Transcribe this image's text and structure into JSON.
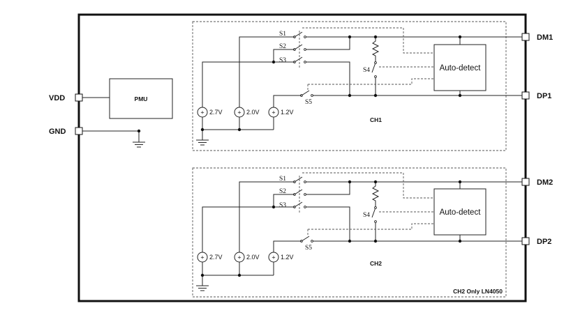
{
  "pins": {
    "vdd": "VDD",
    "gnd": "GND",
    "dm1": "DM1",
    "dp1": "DP1",
    "dm2": "DM2",
    "dp2": "DP2"
  },
  "pmu": "PMU",
  "channels": [
    {
      "name": "CH1",
      "switches": [
        "S1",
        "S2",
        "S3",
        "S4",
        "S5"
      ],
      "sources": [
        "2.7V",
        "2.0V",
        "1.2V"
      ],
      "detector": "Auto-detect"
    },
    {
      "name": "CH2",
      "switches": [
        "S1",
        "S2",
        "S3",
        "S4",
        "S5"
      ],
      "sources": [
        "2.7V",
        "2.0V",
        "1.2V"
      ],
      "detector": "Auto-detect"
    }
  ],
  "footnote": "CH2 Only LN4050"
}
